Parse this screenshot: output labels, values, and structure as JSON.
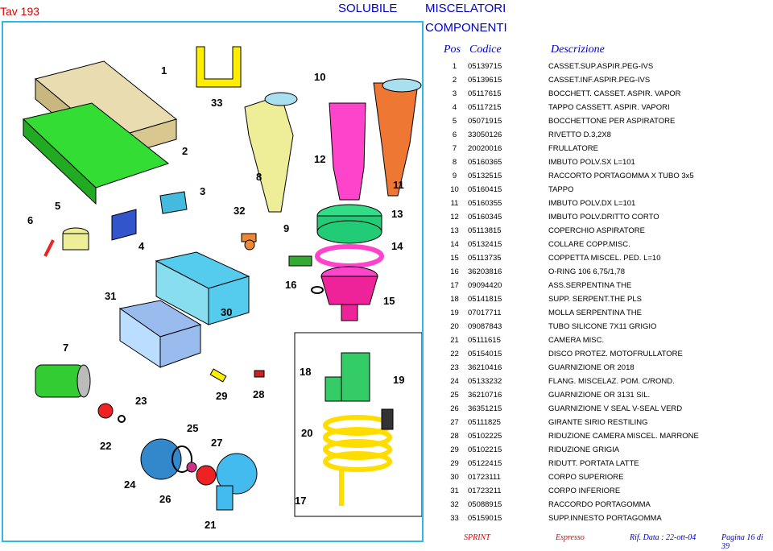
{
  "header": {
    "tav": "Tav 193",
    "soluble": "SOLUBILE",
    "miscelatori": "MISCELATORI",
    "componenti": "COMPONENTI"
  },
  "columns": {
    "pos": "Pos",
    "code": "Codice",
    "desc": "Descrizione"
  },
  "parts": [
    {
      "pos": "1",
      "code": "05139715",
      "desc": "CASSET.SUP.ASPIR.PEG-IVS"
    },
    {
      "pos": "2",
      "code": "05139615",
      "desc": "CASSET.INF.ASPIR.PEG-IVS"
    },
    {
      "pos": "3",
      "code": "05117615",
      "desc": "BOCCHETT. CASSET. ASPIR. VAPOR"
    },
    {
      "pos": "4",
      "code": "05117215",
      "desc": "TAPPO CASSETT. ASPIR. VAPORI"
    },
    {
      "pos": "5",
      "code": "05071915",
      "desc": "BOCCHETTONE PER ASPIRATORE"
    },
    {
      "pos": "6",
      "code": "33050126",
      "desc": "RIVETTO D.3,2X8"
    },
    {
      "pos": "7",
      "code": "20020016",
      "desc": "FRULLATORE"
    },
    {
      "pos": "8",
      "code": "05160365",
      "desc": "IMBUTO POLV.SX L=101"
    },
    {
      "pos": "9",
      "code": "05132515",
      "desc": "RACCORTO PORTAGOMMA X TUBO 3x5"
    },
    {
      "pos": "10",
      "code": "05160415",
      "desc": "TAPPO"
    },
    {
      "pos": "11",
      "code": "05160355",
      "desc": "IMBUTO POLV.DX L=101"
    },
    {
      "pos": "12",
      "code": "05160345",
      "desc": "IMBUTO POLV.DRITTO CORTO"
    },
    {
      "pos": "13",
      "code": "05113815",
      "desc": "COPERCHIO ASPIRATORE"
    },
    {
      "pos": "14",
      "code": "05132415",
      "desc": "COLLARE COPP.MISC."
    },
    {
      "pos": "15",
      "code": "05113735",
      "desc": "COPPETTA MISCEL. PED. L=10"
    },
    {
      "pos": "16",
      "code": "36203816",
      "desc": "O-RING 106 6,75/1,78"
    },
    {
      "pos": "17",
      "code": "09094420",
      "desc": "ASS.SERPENTINA THE"
    },
    {
      "pos": "18",
      "code": "05141815",
      "desc": "SUPP. SERPENT.THE PLS"
    },
    {
      "pos": "19",
      "code": "07017711",
      "desc": "MOLLA SERPENTINA THE"
    },
    {
      "pos": "20",
      "code": "09087843",
      "desc": "TUBO SILICONE 7X11 GRIGIO"
    },
    {
      "pos": "21",
      "code": "05111615",
      "desc": "CAMERA MISC."
    },
    {
      "pos": "22",
      "code": "05154015",
      "desc": "DISCO PROTEZ. MOTOFRULLATORE"
    },
    {
      "pos": "23",
      "code": "36210416",
      "desc": "GUARNIZIONE OR 2018"
    },
    {
      "pos": "24",
      "code": "05133232",
      "desc": "FLANG. MISCELAZ. POM. C/ROND."
    },
    {
      "pos": "25",
      "code": "36210716",
      "desc": "GUARNIZIONE OR 3131 SIL."
    },
    {
      "pos": "26",
      "code": "36351215",
      "desc": "GUARNIZIONE V SEAL V-SEAL VERD"
    },
    {
      "pos": "27",
      "code": "05111825",
      "desc": "GIRANTE SIRIO RESTILING"
    },
    {
      "pos": "28",
      "code": "05102225",
      "desc": "RIDUZIONE CAMERA MISCEL. MARRONE"
    },
    {
      "pos": "29",
      "code": "05102215",
      "desc": "RIDUZIONE GRIGIA"
    },
    {
      "pos": "29",
      "code": "05122415",
      "desc": "RIDUTT. PORTATA LATTE"
    },
    {
      "pos": "30",
      "code": "01723111",
      "desc": "CORPO SUPERIORE"
    },
    {
      "pos": "31",
      "code": "01723211",
      "desc": "CORPO INFERIORE"
    },
    {
      "pos": "32",
      "code": "05088915",
      "desc": "RACCORDO PORTAGOMMA"
    },
    {
      "pos": "33",
      "code": "05159015",
      "desc": "SUPP.INNESTO PORTAGOMMA"
    }
  ],
  "callouts": [
    "1",
    "2",
    "3",
    "4",
    "5",
    "6",
    "7",
    "8",
    "9",
    "10",
    "11",
    "12",
    "13",
    "14",
    "15",
    "16",
    "17",
    "18",
    "19",
    "20",
    "21",
    "22",
    "23",
    "24",
    "25",
    "26",
    "27",
    "28",
    "29",
    "30",
    "31",
    "32",
    "33"
  ],
  "footer": {
    "sprint": "SPRINT",
    "espresso": "Espresso",
    "rif": "Rif. Data : 22-ott-04",
    "pagina": "Pagina 16 di 39"
  },
  "colors": {
    "red": "#e00000",
    "blue": "#0000cc",
    "frame": "#2fb8e6"
  }
}
